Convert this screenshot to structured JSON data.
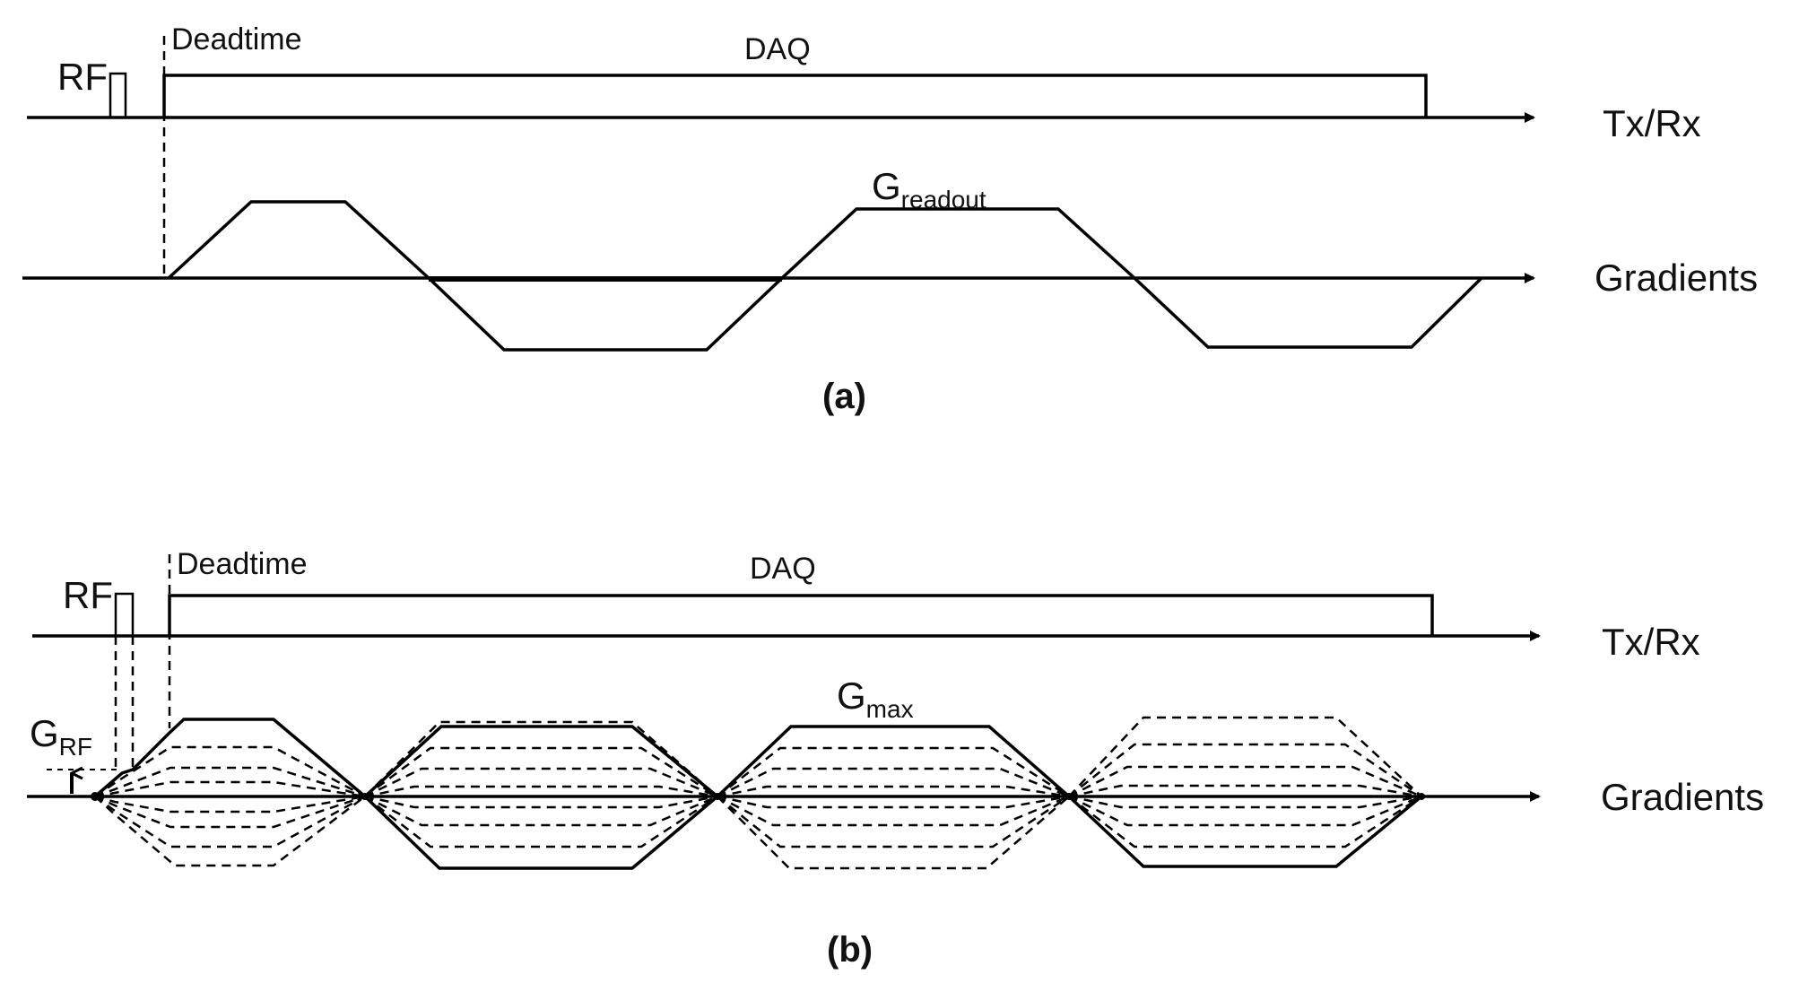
{
  "panel_a": {
    "rf_label": "RF",
    "deadtime_label": "Deadtime",
    "daq_label": "DAQ",
    "txrx_label": "Tx/Rx",
    "gradient_label_main": "G",
    "gradient_label_sub": "readout",
    "gradients_axis_label": "Gradients",
    "caption": "(a)"
  },
  "panel_b": {
    "rf_label": "RF",
    "deadtime_label": "Deadtime",
    "daq_label": "DAQ",
    "txrx_label": "Tx/Rx",
    "gmax_main": "G",
    "gmax_sub": "max",
    "grf_main": "G",
    "grf_sub": "RF",
    "gradients_axis_label": "Gradients",
    "caption": "(b)"
  }
}
